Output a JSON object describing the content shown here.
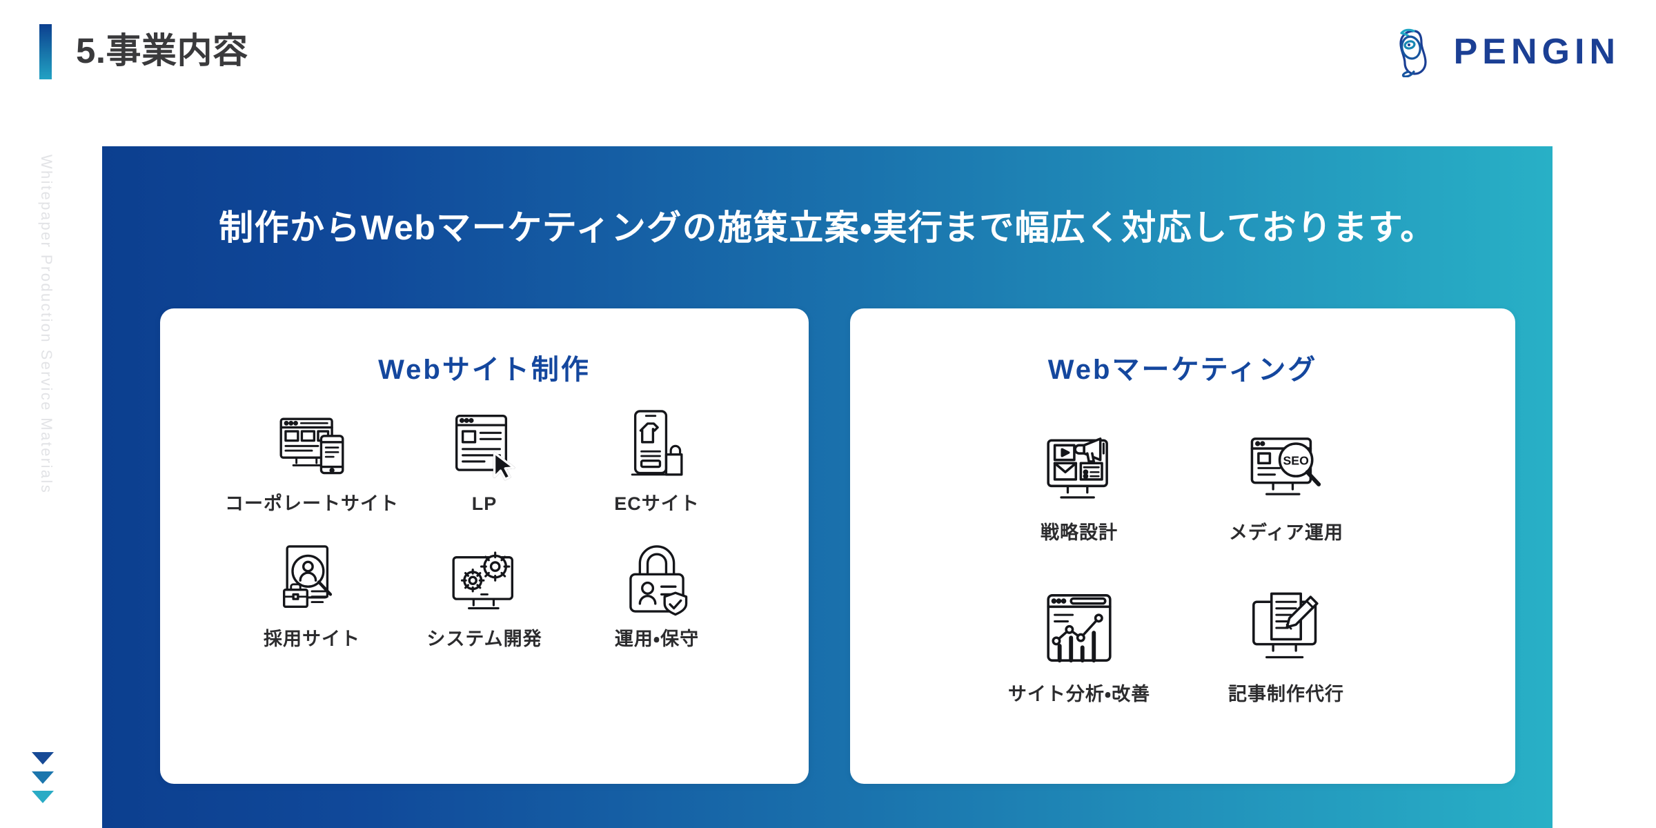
{
  "header": {
    "page_title": "5.事業内容",
    "logo_text": "PENGIN",
    "logo_icon": "penguin-logo-icon"
  },
  "rail": {
    "vertical_text": "Whitepaper Production Service Materials",
    "arrow_colors": [
      "#174a96",
      "#1c76ad",
      "#2aabc5"
    ]
  },
  "panel": {
    "headline": "制作からWebマーケティングの施策立案・実行まで幅広く対応しております。",
    "gradient_start": "#0c3f8f",
    "gradient_end": "#28b0c6"
  },
  "cards": [
    {
      "title": "Webサイト制作",
      "title_color": "#14479e",
      "items": [
        {
          "label": "コーポレートサイト",
          "icon": "desktop-mobile-responsive-icon"
        },
        {
          "label": "LP",
          "icon": "landing-page-cursor-icon"
        },
        {
          "label": "ECサイト",
          "icon": "smartphone-shopping-bag-icon"
        },
        {
          "label": "採用サイト",
          "icon": "person-magnifier-briefcase-icon"
        },
        {
          "label": "システム開発",
          "icon": "monitor-gears-icon"
        },
        {
          "label": "運用・保守",
          "icon": "padlock-person-shield-icon"
        }
      ]
    },
    {
      "title": "Webマーケティング",
      "title_color": "#14479e",
      "items": [
        {
          "label": "戦略設計",
          "icon": "monitor-megaphone-mail-icon"
        },
        {
          "label": "メディア運用",
          "icon": "seo-magnifier-monitor-icon"
        },
        {
          "label": "サイト分析・改善",
          "icon": "browser-chart-analytics-icon"
        },
        {
          "label": "記事制作代行",
          "icon": "monitor-document-pencil-icon"
        }
      ]
    }
  ]
}
